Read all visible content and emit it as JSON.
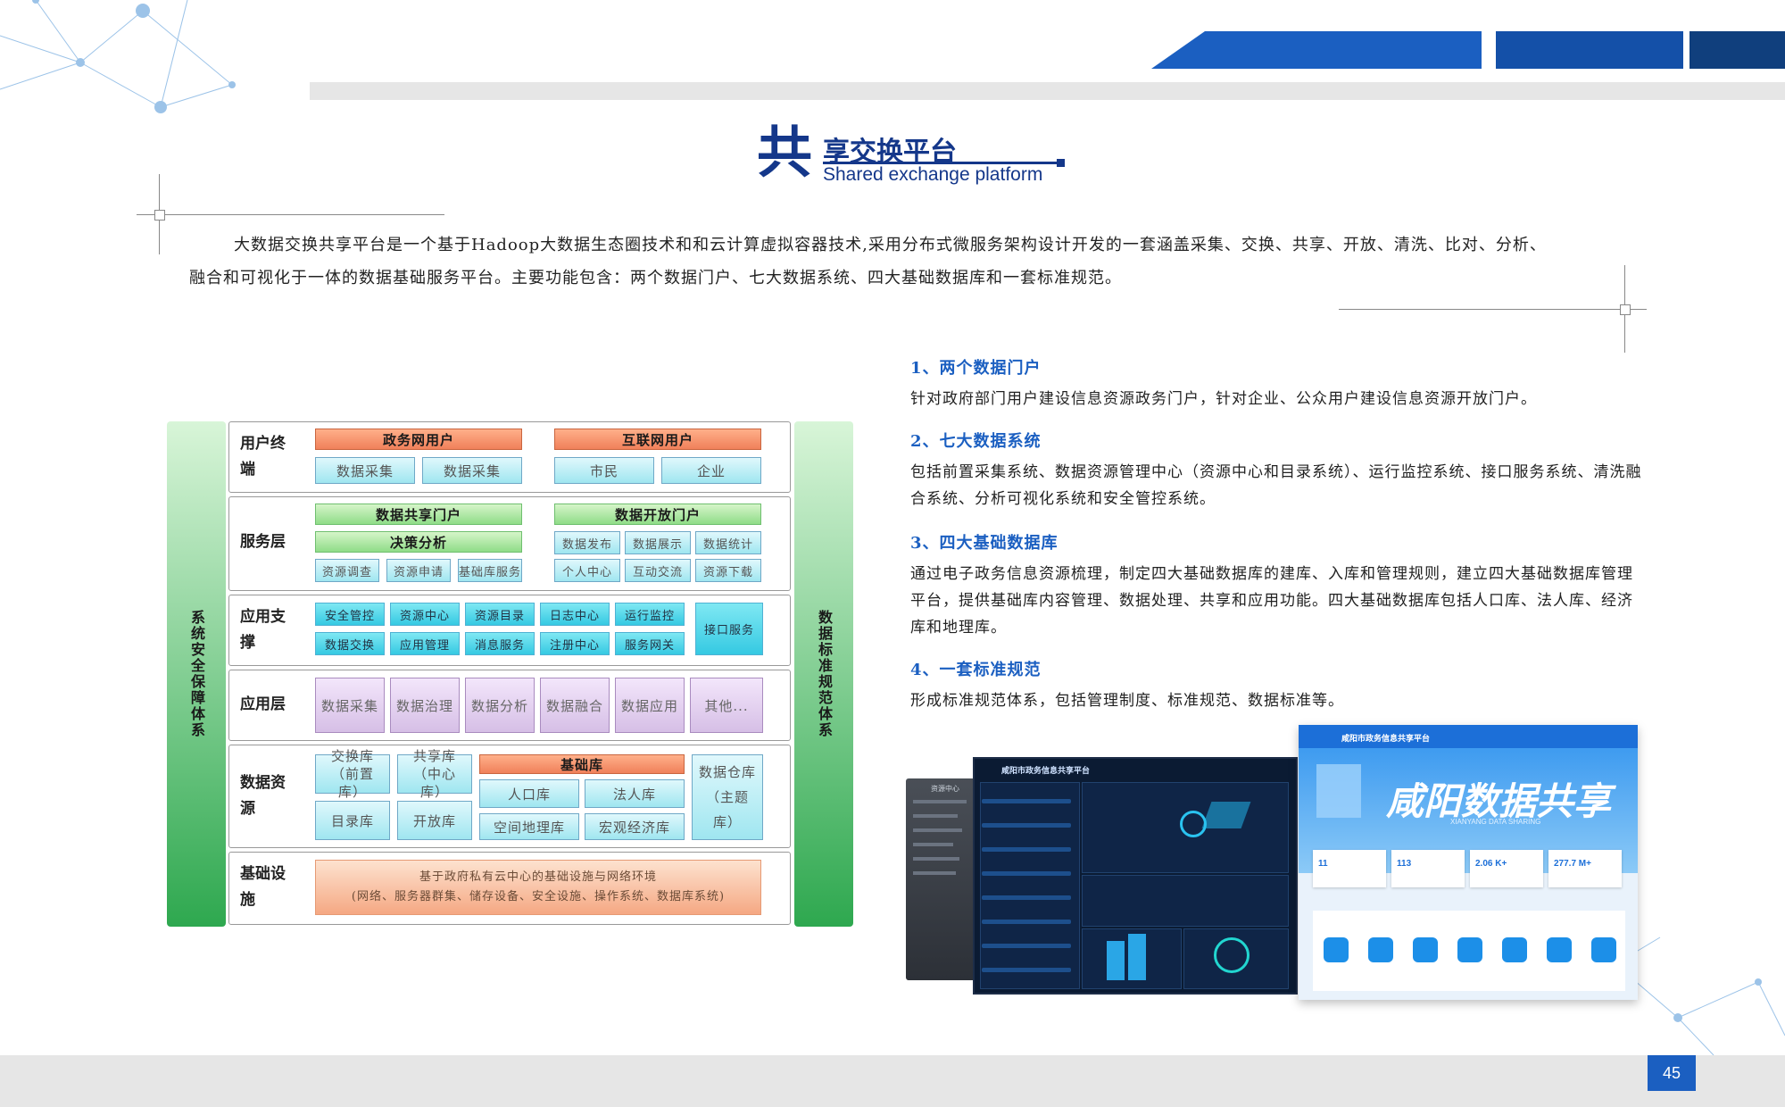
{
  "page_number": "45",
  "title": {
    "big_char": "共",
    "rest": "享交换平台",
    "english": "Shared exchange platform"
  },
  "intro": {
    "line1": "大数据交换共享平台是一个基于Hadoop大数据生态圈技术和和云计算虚拟容器技术,采用分布式微服务架构设计开发的一套涵盖采集、交换、共享、开放、清洗、比对、分析、",
    "line2": "融合和可视化于一体的数据基础服务平台。主要功能包含：两个数据门户、七大数据系统、四大基础数据库和一套标准规范。"
  },
  "sections": [
    {
      "title": "1、两个数据门户",
      "body": "针对政府部门用户建设信息资源政务门户，针对企业、公众用户建设信息资源开放门户。"
    },
    {
      "title": "2、七大数据系统",
      "body": "包括前置采集系统、数据资源管理中心（资源中心和目录系统）、运行监控系统、接口服务系统、清洗融合系统、分析可视化系统和安全管控系统。"
    },
    {
      "title": "3、四大基础数据库",
      "body": "通过电子政务信息资源梳理，制定四大基础数据库的建库、入库和管理规则，建立四大基础数据库管理平台，提供基础库内容管理、数据处理、共享和应用功能。四大基础数据库包括人口库、法人库、经济库和地理库。"
    },
    {
      "title": "4、一套标准规范",
      "body": "形成标准规范体系，包括管理制度、标准规范、数据标准等。"
    }
  ],
  "diagram": {
    "left_bar": "系统安全保障体系",
    "right_bar": "数据标准规范体系",
    "layers": {
      "user": {
        "label": "用户终端",
        "gov_user": "政务网用户",
        "net_user": "互联网用户",
        "items": [
          "数据采集",
          "数据采集",
          "市民",
          "企业"
        ]
      },
      "service": {
        "label": "服务层",
        "share_portal": "数据共享门户",
        "open_portal": "数据开放门户",
        "decision": "决策分析",
        "left_items": [
          "资源调查",
          "资源申请",
          "基础库服务"
        ],
        "right_items": [
          "数据发布",
          "数据展示",
          "数据统计",
          "个人中心",
          "互动交流",
          "资源下载"
        ]
      },
      "support": {
        "label": "应用支撑",
        "items": [
          "安全管控",
          "资源中心",
          "资源目录",
          "日志中心",
          "运行监控",
          "数据交换",
          "应用管理",
          "消息服务",
          "注册中心",
          "服务网关"
        ],
        "interface": "接口服务"
      },
      "app": {
        "label": "应用层",
        "items": [
          "数据采集",
          "数据治理",
          "数据分析",
          "数据融合",
          "数据应用",
          "其他..."
        ]
      },
      "data": {
        "label": "数据资源",
        "exchange": "交换库（前置库）",
        "shared": "共享库（中心库）",
        "catalog": "目录库",
        "open": "开放库",
        "base": "基础库",
        "base_items": [
          "人口库",
          "法人库",
          "空间地理库",
          "宏观经济库"
        ],
        "warehouse": "数据仓库（主题库）"
      },
      "infra": {
        "label": "基础设施",
        "line1": "基于政府私有云中心的基础设施与网络环境",
        "line2": "(网络、服务器群集、储存设备、安全设施、操作系统、数据库系统)"
      }
    }
  },
  "screenshots": {
    "grey_title": "资源中心",
    "dark_title": "咸阳市政务信息共享平台",
    "light_title": "咸阳市政务信息共享平台",
    "banner": "咸阳数据共享",
    "banner_sub": "XIANYANG DATA SHARING",
    "stats": [
      "11",
      "113",
      "2.06 K+",
      "277.7 M+"
    ]
  },
  "colors": {
    "brand_blue": "#1b5fc1",
    "title_navy": "#14378a",
    "side_green": "#2ea84f"
  }
}
